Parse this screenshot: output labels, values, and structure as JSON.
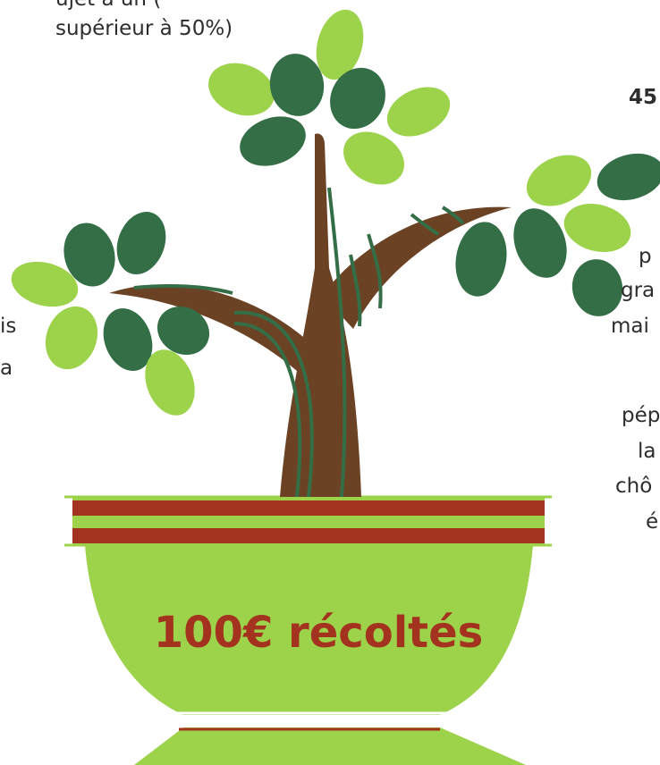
{
  "colors": {
    "light_green": "#9dd24b",
    "dark_green": "#336e46",
    "trunk_brown": "#6b4224",
    "stripe_red": "#a3331f",
    "pot_green": "#9dd24b",
    "text_dark": "#2d2d2d"
  },
  "pot": {
    "label": "100€ récoltés"
  },
  "texts": {
    "top_left_line1": "ujet à un (",
    "top_left_line2": "supérieur à 50%)",
    "top_right_value": "45",
    "right_line1": "p",
    "right_line2": "gra",
    "right_line3": "mai",
    "right_line4": "pép",
    "right_line5": "la",
    "right_line6": "chô",
    "right_line7": "é",
    "left_line1": "is",
    "left_line2": "a"
  }
}
